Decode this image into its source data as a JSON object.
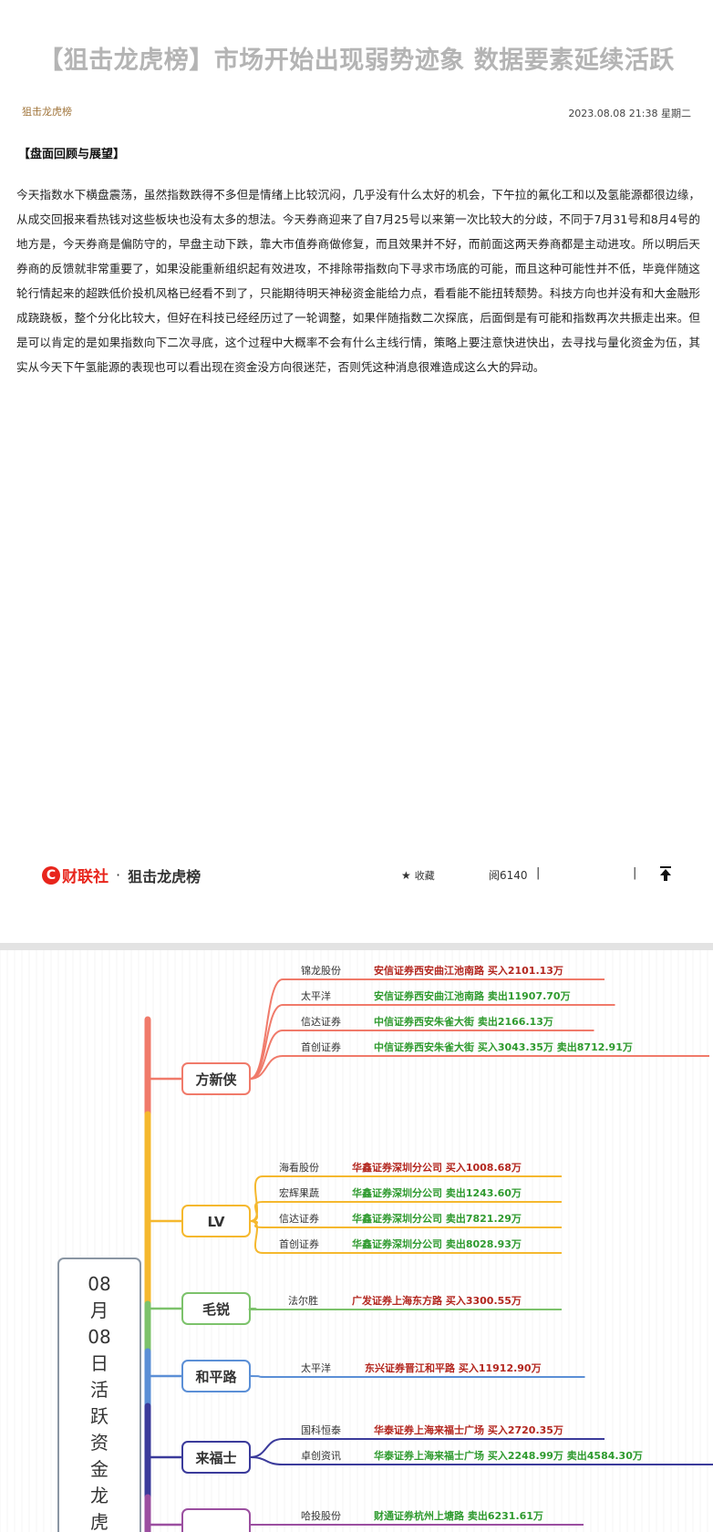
{
  "article": {
    "title": "【狙击龙虎榜】市场开始出现弱势迹象 数据要素延续活跃",
    "source": "狙击龙虎榜",
    "timestamp": "2023.08.08 21:38 星期二",
    "section_heading": "【盘面回顾与展望】",
    "body": "今天指数水下横盘震荡，虽然指数跌得不多但是情绪上比较沉闷，几乎没有什么太好的机会，下午拉的氟化工和以及氢能源都很边缘，从成交回报来看热钱对这些板块也没有太多的想法。今天券商迎来了自7月25号以来第一次比较大的分歧，不同于7月31号和8月4号的地方是，今天券商是偏防守的，早盘主动下跌，靠大市值券商做修复，而且效果并不好，而前面这两天券商都是主动进攻。所以明后天券商的反馈就非常重要了，如果没能重新组织起有效进攻，不排除带指数向下寻求市场底的可能，而且这种可能性并不低，毕竟伴随这轮行情起来的超跌低价投机风格已经看不到了，只能期待明天神秘资金能给力点，看看能不能扭转颓势。科技方向也并没有和大金融形成跷跷板，整个分化比较大，但好在科技已经经历过了一轮调整，如果伴随指数二次探底，后面倒是有可能和指数再次共振走出来。但是可以肯定的是如果指数向下二次寻底，这个过程中大概率不会有什么主线行情，策略上要注意快进快出，去寻找与量化资金为伍，其实从今天下午氢能源的表现也可以看出现在资金没方向很迷茫，否则凭这种消息很难造成这么大的异动。"
  },
  "footer": {
    "brand": "财联社",
    "brand_letter": "C",
    "dot": "·",
    "column": "狙击龙虎榜",
    "favorite_label": "收藏",
    "reads_label": "阅6140",
    "separator": "|"
  },
  "mindmap": {
    "root_label": [
      "08",
      "月",
      "08",
      "日",
      "活",
      "跃",
      "资",
      "金",
      "龙",
      "虎"
    ],
    "colors": {
      "root_border": "#8a96a3",
      "trunk_red": "#f07a6a",
      "trunk_yellow": "#f5b82e",
      "trunk_green": "#7cc26b",
      "trunk_blue": "#5b8fd6",
      "trunk_navy": "#3b3b9b",
      "trunk_purple": "#9b4fa0",
      "buy_text": "#b3261e",
      "sell_text": "#2e9a2e"
    },
    "branches": [
      {
        "name": "方新侠",
        "color": "#f07a6a",
        "items": [
          {
            "stock": "锦龙股份",
            "detail": "安信证券西安曲江池南路 买入2101.13万",
            "tone": "buy"
          },
          {
            "stock": "太平洋",
            "detail": "安信证券西安曲江池南路 卖出11907.70万",
            "tone": "sell"
          },
          {
            "stock": "信达证券",
            "detail": "中信证券西安朱雀大街 卖出2166.13万",
            "tone": "sell"
          },
          {
            "stock": "首创证券",
            "detail": "中信证券西安朱雀大街 买入3043.35万 卖出8712.91万",
            "tone": "sell"
          }
        ]
      },
      {
        "name": "LV",
        "color": "#f5b82e",
        "items": [
          {
            "stock": "海看股份",
            "detail": "华鑫证券深圳分公司 买入1008.68万",
            "tone": "buy"
          },
          {
            "stock": "宏辉果蔬",
            "detail": "华鑫证券深圳分公司 卖出1243.60万",
            "tone": "sell"
          },
          {
            "stock": "信达证券",
            "detail": "华鑫证券深圳分公司 卖出7821.29万",
            "tone": "sell"
          },
          {
            "stock": "首创证券",
            "detail": "华鑫证券深圳分公司 卖出8028.93万",
            "tone": "sell"
          }
        ]
      },
      {
        "name": "毛锐",
        "color": "#7cc26b",
        "items": [
          {
            "stock": "法尔胜",
            "detail": "广发证券上海东方路 买入3300.55万",
            "tone": "buy"
          }
        ]
      },
      {
        "name": "和平路",
        "color": "#5b8fd6",
        "items": [
          {
            "stock": "太平洋",
            "detail": "东兴证券晋江和平路 买入11912.90万",
            "tone": "buy"
          }
        ]
      },
      {
        "name": "来福士",
        "color": "#3b3b9b",
        "items": [
          {
            "stock": "国科恒泰",
            "detail": "华泰证券上海来福士广场 买入2720.35万",
            "tone": "buy"
          },
          {
            "stock": "卓创资讯",
            "detail": "华泰证券上海来福士广场 买入2248.99万 卖出4584.30万",
            "tone": "sell"
          }
        ]
      },
      {
        "name": "",
        "color": "#9b4fa0",
        "items": [
          {
            "stock": "哈投股份",
            "detail": "财通证券杭州上塘路 卖出6231.61万",
            "tone": "sell"
          }
        ]
      }
    ]
  }
}
